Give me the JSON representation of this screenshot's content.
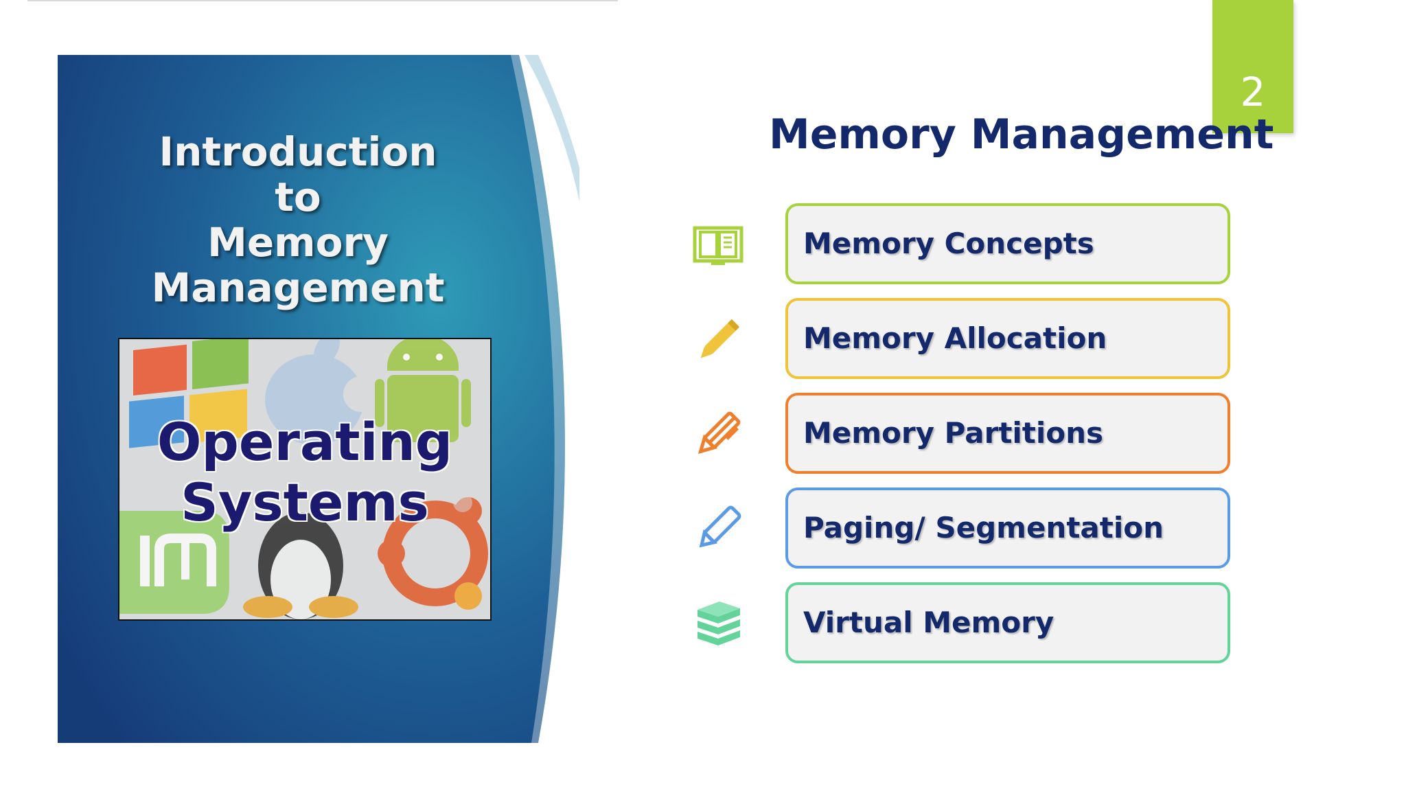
{
  "left_panel": {
    "title_lines": [
      "Introduction",
      "to",
      "Memory",
      "Management"
    ],
    "image_text_lines": [
      "Operating",
      "Systems"
    ]
  },
  "slide_number": "2",
  "heading": "Memory Management",
  "items": [
    {
      "label": "Memory Concepts",
      "color": "#a8d23c",
      "icon": "book-icon"
    },
    {
      "label": "Memory Allocation",
      "color": "#f0c43a",
      "icon": "pencil-icon"
    },
    {
      "label": "Memory Partitions",
      "color": "#ef7f2c",
      "icon": "pen-icon"
    },
    {
      "label": "Paging/ Segmentation",
      "color": "#5b9be6",
      "icon": "marker-icon"
    },
    {
      "label": "Virtual Memory",
      "color": "#63d39a",
      "icon": "books-stack-icon"
    }
  ]
}
